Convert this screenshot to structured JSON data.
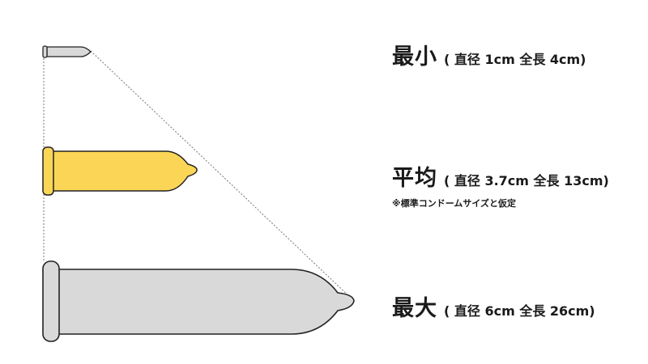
{
  "colors": {
    "small_fill": "#d9d9da",
    "average_fill": "#fbd656",
    "large_fill": "#d9d9da",
    "outline": "#222222",
    "guide_line": "#777777"
  },
  "sizes": [
    {
      "id": "small",
      "title": "最小",
      "dims": "( 直径 1cm 全長 4cm)",
      "diameter_cm": 1,
      "length_cm": 4
    },
    {
      "id": "average",
      "title": "平均",
      "dims": "( 直径 3.7cm 全長 13cm)",
      "diameter_cm": 3.7,
      "length_cm": 13
    },
    {
      "id": "large",
      "title": "最大",
      "dims": "( 直径 6cm 全長 26cm)",
      "diameter_cm": 6,
      "length_cm": 26
    }
  ],
  "note": "※標準コンドームサイズと仮定"
}
